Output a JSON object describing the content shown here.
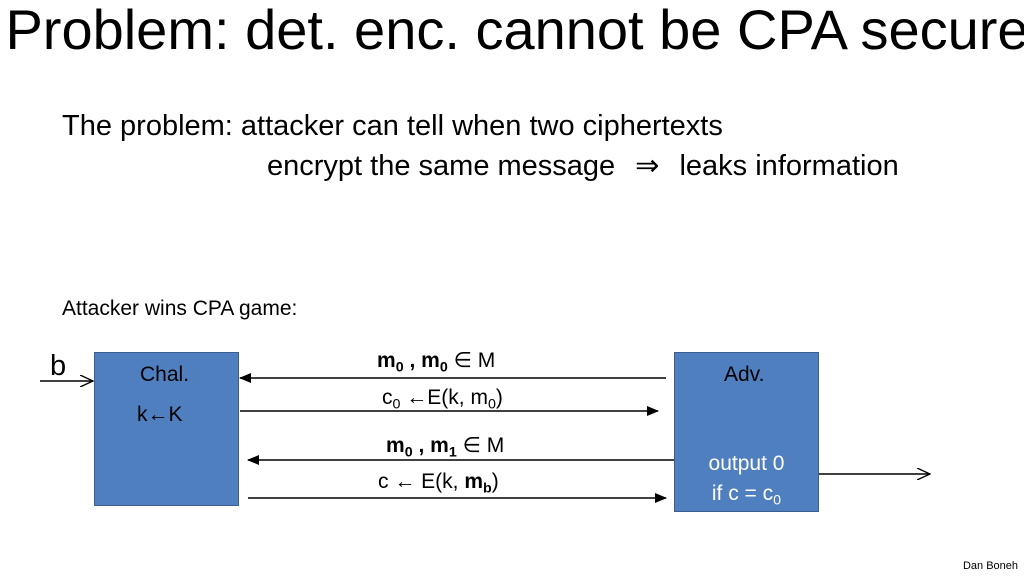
{
  "slide": {
    "title": "Problem:  det. enc. cannot be CPA secure",
    "problem": {
      "line1": "The problem:  attacker can tell when two ciphertexts",
      "line2_left": "encrypt the same message",
      "implies_symbol": "⇒",
      "line2_right": "leaks information"
    },
    "game_label": "Attacker wins CPA game:",
    "bit_label": "b",
    "challenger": {
      "name": "Chal.",
      "key_left": "k",
      "key_arrow": "←",
      "key_right": "K"
    },
    "adversary": {
      "name": "Adv.",
      "output_line1": "output 0",
      "output_line2_prefix": "if c = c",
      "output_line2_sub": "0"
    },
    "messages": {
      "query1": {
        "m_a": "m",
        "m_a_sub": "0",
        "sep": " , ",
        "m_b": "m",
        "m_b_sub": "0",
        "tail": " ∈ M"
      },
      "reply1": {
        "c": "c",
        "c_sub": "0",
        "arrow": " ←",
        "body": "E(k, m",
        "m_sub": "0",
        "close": ")"
      },
      "query2": {
        "m_a": "m",
        "m_a_sub": "0",
        "sep": " , ",
        "m_b": "m",
        "m_b_sub": "1",
        "tail": "  ∈ M"
      },
      "reply2": {
        "prefix": "c ← E(k, ",
        "m": "m",
        "m_sub": "b",
        "close": ")"
      }
    },
    "credit": "Dan Boneh"
  },
  "colors": {
    "box_fill": "#4f7fbf",
    "box_border": "#3a5f8f",
    "box_output_text": "#ffffff",
    "text": "#000000",
    "background": "#ffffff"
  }
}
